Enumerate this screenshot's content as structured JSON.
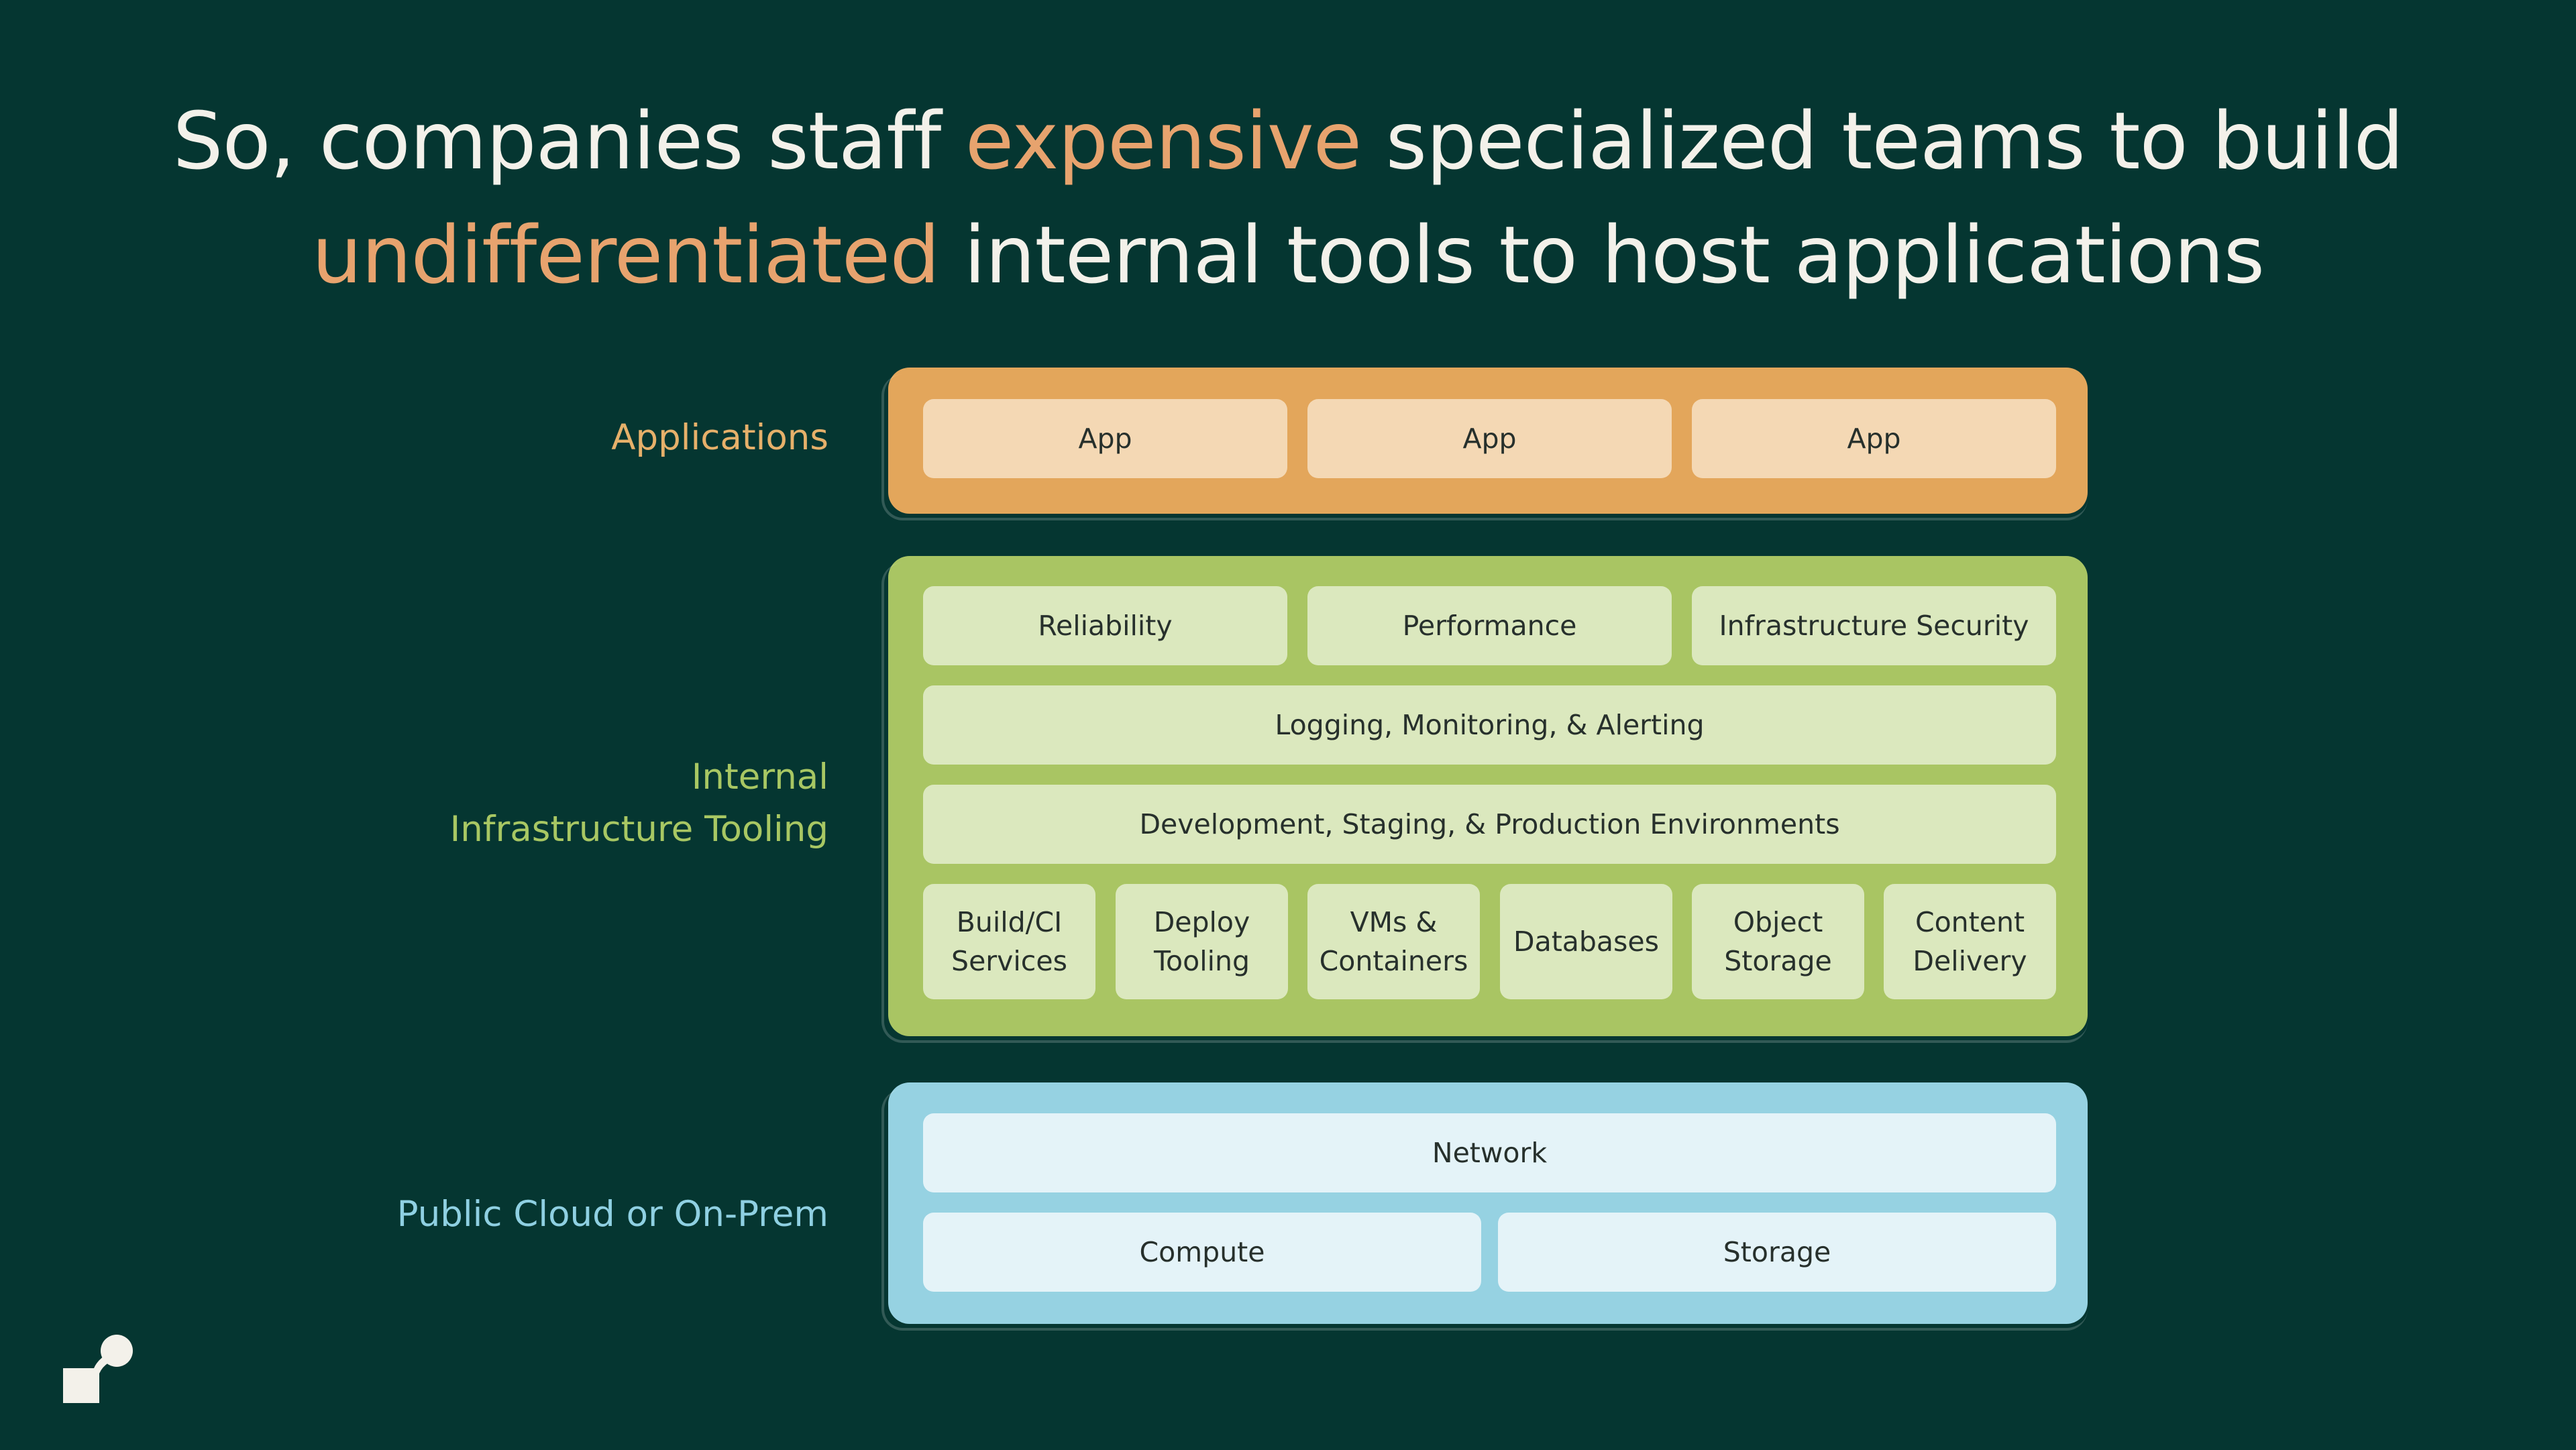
{
  "headline": {
    "line1_before": "So, companies staff ",
    "line1_accent": "expensive",
    "line1_after": " specialized teams to build",
    "line2_accent": "undifferentiated",
    "line2_after": " internal tools to host applications"
  },
  "labels": {
    "applications": "Applications",
    "infra_line1": "Internal",
    "infra_line2": "Infrastructure Tooling",
    "cloud": "Public Cloud or On-Prem"
  },
  "applications": {
    "apps": [
      "App",
      "App",
      "App"
    ]
  },
  "infrastructure": {
    "row1": [
      "Reliability",
      "Performance",
      "Infrastructure Security"
    ],
    "logging": "Logging, Monitoring, & Alerting",
    "environments": "Development, Staging, & Production Environments",
    "services": [
      {
        "line1": "Build/CI",
        "line2": "Services"
      },
      {
        "line1": "Deploy",
        "line2": "Tooling"
      },
      {
        "line1": "VMs &",
        "line2": "Containers"
      },
      {
        "line1": "Databases",
        "line2": ""
      },
      {
        "line1": "Object",
        "line2": "Storage"
      },
      {
        "line1": "Content",
        "line2": "Delivery"
      }
    ]
  },
  "cloud": {
    "network": "Network",
    "compute": "Compute",
    "storage": "Storage"
  },
  "colors": {
    "background": "#053631",
    "accent_orange": "#e7a36e",
    "applications": "#e3a65b",
    "infrastructure": "#a9c563",
    "cloud": "#96d2e2"
  },
  "logo_icon": "company-logo-icon"
}
